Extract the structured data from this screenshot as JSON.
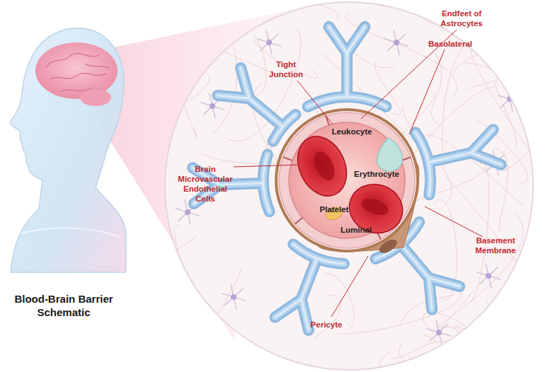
{
  "diagram": {
    "title": "Blood-Brain Barrier Schematic",
    "labels": [
      "Tight Junction",
      "Endfeet of Astrocytes",
      "Basolateral",
      "Leukocyte",
      "Brain Microvascular Endothelial Cells",
      "Erythrocyte",
      "Platelet",
      "Luminal",
      "Basement Membrane",
      "Pericyte"
    ]
  }
}
